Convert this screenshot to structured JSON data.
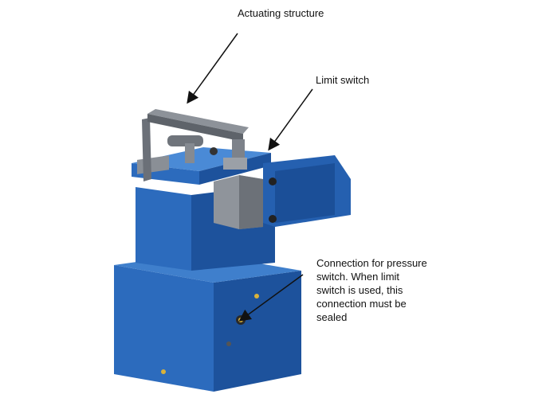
{
  "labels": {
    "actuating": "Actuating structure",
    "limit_switch": "Limit switch",
    "connection": [
      "Connection for pressure",
      "switch. When limit",
      "switch is used, this",
      "connection must be",
      "sealed"
    ]
  },
  "colors": {
    "blue_front": "#2f6fc0",
    "blue_side": "#1f55a0",
    "blue_top": "#4a8ad6",
    "gray": "#7a7f86",
    "gray_dark": "#55595f",
    "brass": "#d9b23a"
  }
}
